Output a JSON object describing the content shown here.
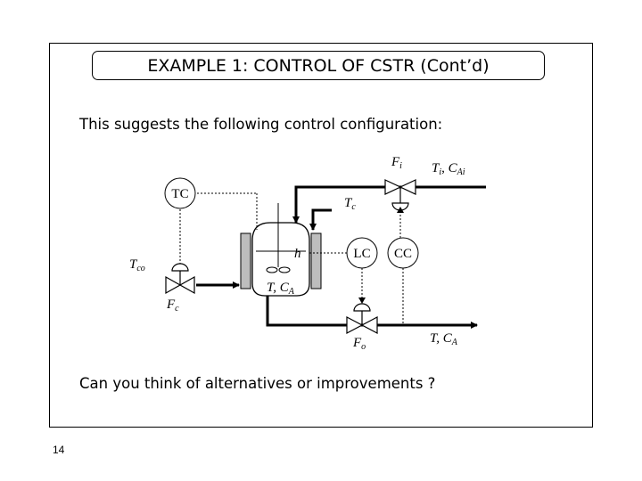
{
  "slide": {
    "title": "EXAMPLE 1: CONTROL OF CSTR (Cont’d)",
    "intro": "This suggests the following control configuration:",
    "question": "Can you think of alternatives or improvements ?",
    "page_number": "14"
  },
  "diagram": {
    "controllers": {
      "tc": "TC",
      "lc": "LC",
      "cc": "CC"
    },
    "labels": {
      "fi": "F",
      "fi_sub": "i",
      "ti": "T",
      "ti_sub": "i",
      "cai": "C",
      "cai_sub": "Ai",
      "tc_stream": "T",
      "tc_stream_sub": "c",
      "tco": "T",
      "tco_sub": "co",
      "fc": "F",
      "fc_sub": "c",
      "h": "h",
      "t_tank": "T, C",
      "t_tank_sub": "A",
      "fo": "F",
      "fo_sub": "o",
      "t_out": "T, C",
      "t_out_sub": "A"
    }
  }
}
